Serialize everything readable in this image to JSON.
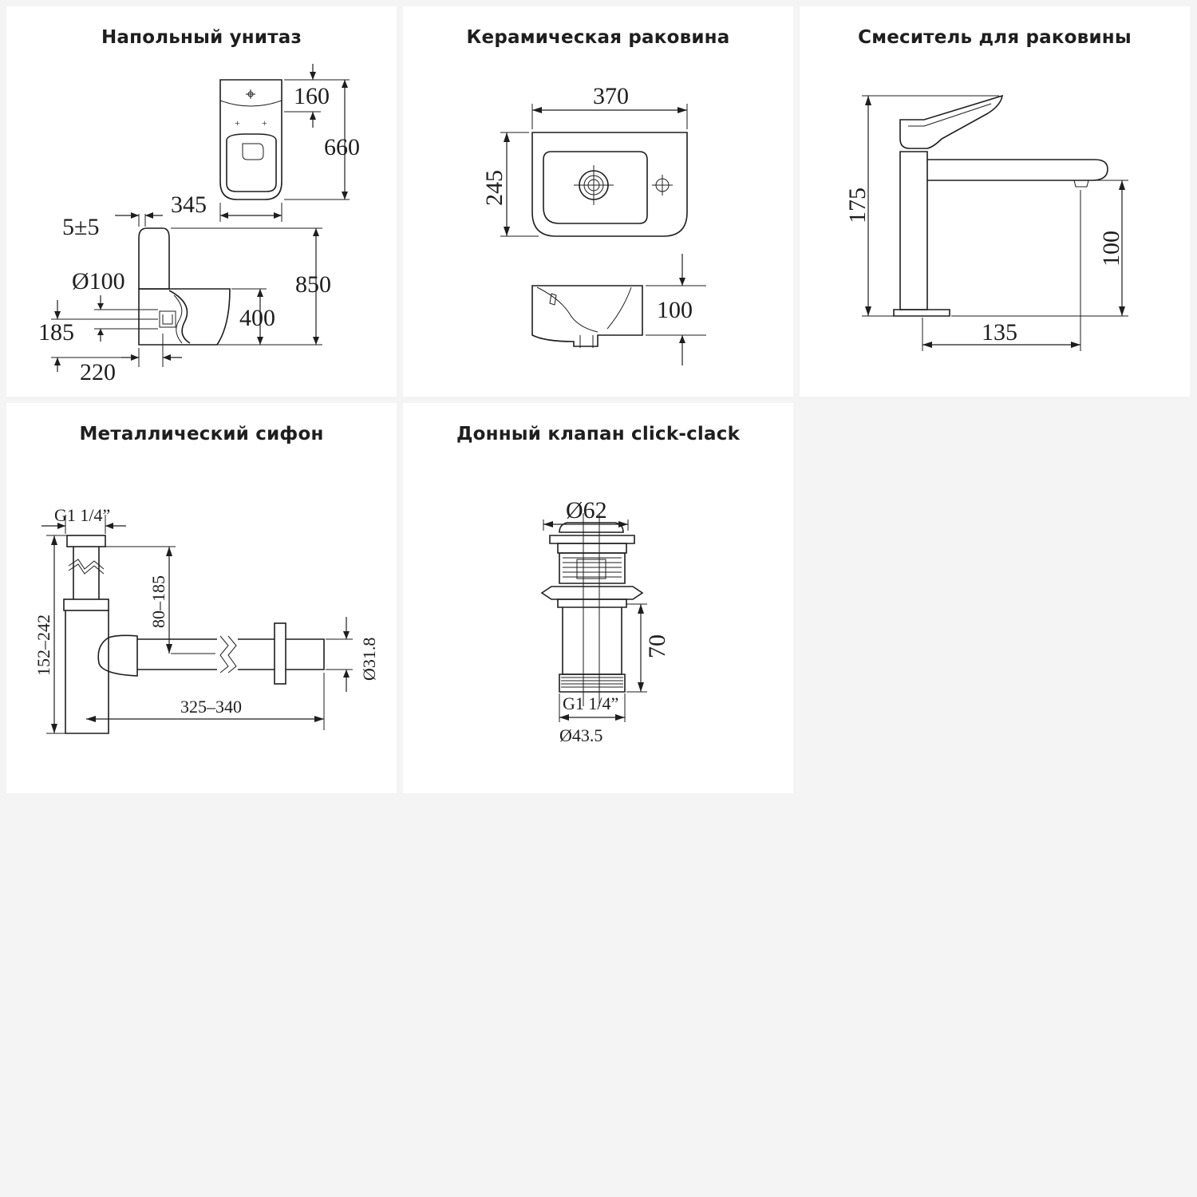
{
  "colors": {
    "background": "#f4f4f4",
    "panel": "#ffffff",
    "ink": "#1e1e1e"
  },
  "panels": [
    {
      "title": "Напольный унитаз",
      "dims": {
        "d160": "160",
        "d660": "660",
        "d345": "345",
        "d5": "5±5",
        "d850": "850",
        "d100": "Ø100",
        "d400": "400",
        "d185": "185",
        "d220": "220"
      }
    },
    {
      "title": "Керамическая раковина",
      "dims": {
        "d370": "370",
        "d245": "245",
        "d100": "100"
      }
    },
    {
      "title": "Смеситель для раковины",
      "dims": {
        "d175": "175",
        "d100": "100",
        "d135": "135"
      }
    },
    {
      "title": "Металлический сифон",
      "dims": {
        "dg": "G1 1/4”",
        "d80": "80–185",
        "d152": "152–242",
        "d318": "Ø31.8",
        "d325": "325–340"
      }
    },
    {
      "title": "Донный клапан click-clack",
      "dims": {
        "d62": "Ø62",
        "d70": "70",
        "dg": "G1 1/4”",
        "d435": "Ø43.5"
      }
    }
  ]
}
